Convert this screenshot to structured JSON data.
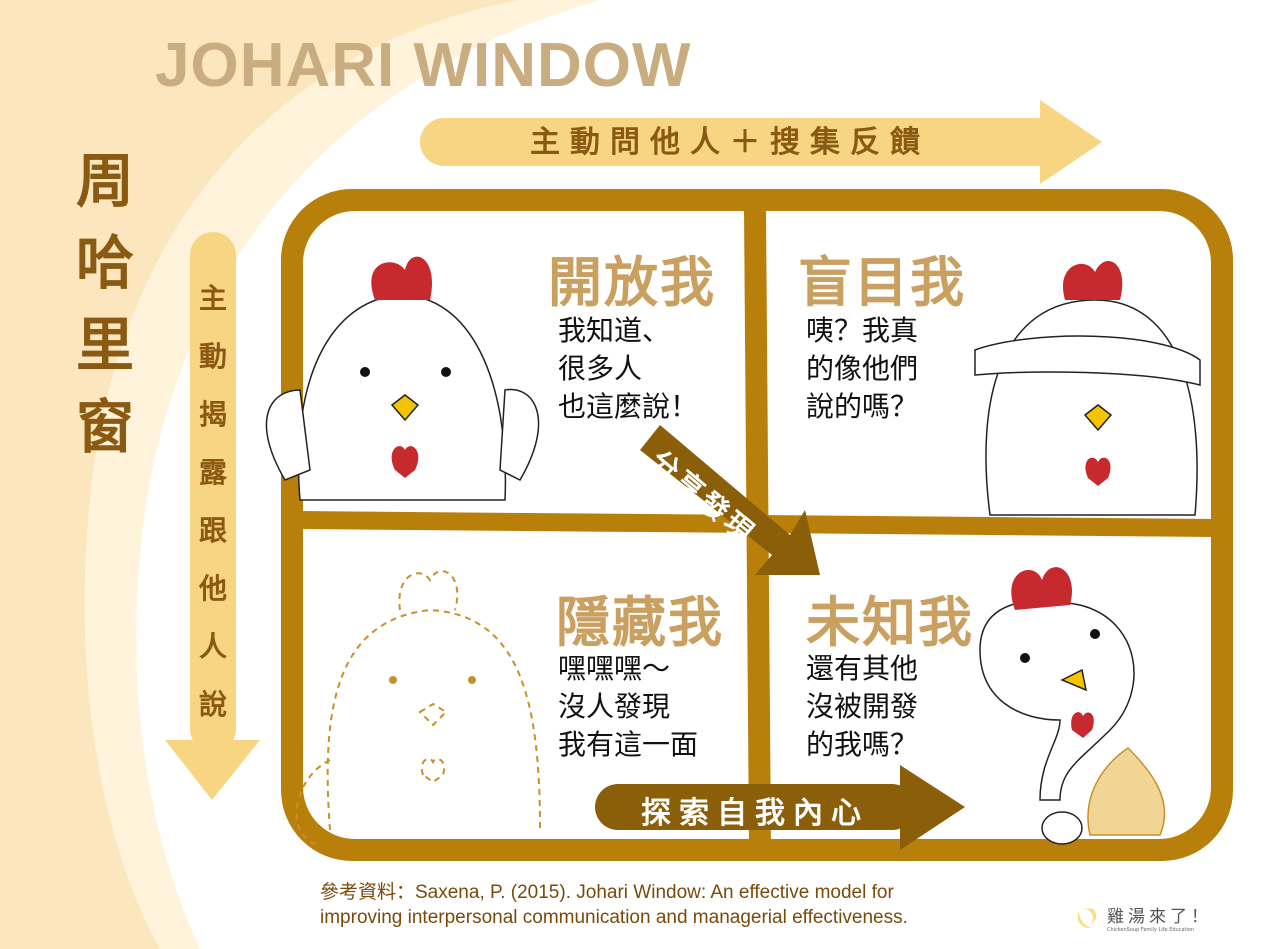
{
  "title": "JOHARI WINDOW",
  "vertical_title": [
    "周",
    "哈",
    "里",
    "窗"
  ],
  "top_arrow_label": "主動問他人＋搜集反饋",
  "left_arrow_label": [
    "主",
    "動",
    "揭",
    "露",
    "跟",
    "他",
    "人",
    "說"
  ],
  "quadrants": [
    {
      "title": "開放我",
      "text": "我知道、\n很多人\n也這麼說！"
    },
    {
      "title": "盲目我",
      "text": "咦？我真\n的像他們\n說的嗎？"
    },
    {
      "title": "隱藏我",
      "text": "嘿嘿嘿～\n沒人發現\n我有這一面"
    },
    {
      "title": "未知我",
      "text": "還有其他\n沒被開發\n的我嗎？"
    }
  ],
  "diagonal_arrow_label": "分享發現",
  "bottom_arrow_label": "探索自我內心",
  "reference": [
    "參考資料：Saxena, P. (2015). Johari Window: An effective model for",
    "improving interpersonal communication and managerial effectiveness."
  ],
  "logo": {
    "name": "雞湯來了！",
    "subtitle": "ChickenSoup Family Life Education"
  },
  "colors": {
    "frame": "#b8800a",
    "dark_arrow": "#8b5e0a",
    "light_arrow": "#f8d583",
    "title_tan": "#c9ad80",
    "brown_text": "#8a5a12",
    "comb_red": "#c62a2f",
    "beak_yellow": "#f5c400"
  }
}
